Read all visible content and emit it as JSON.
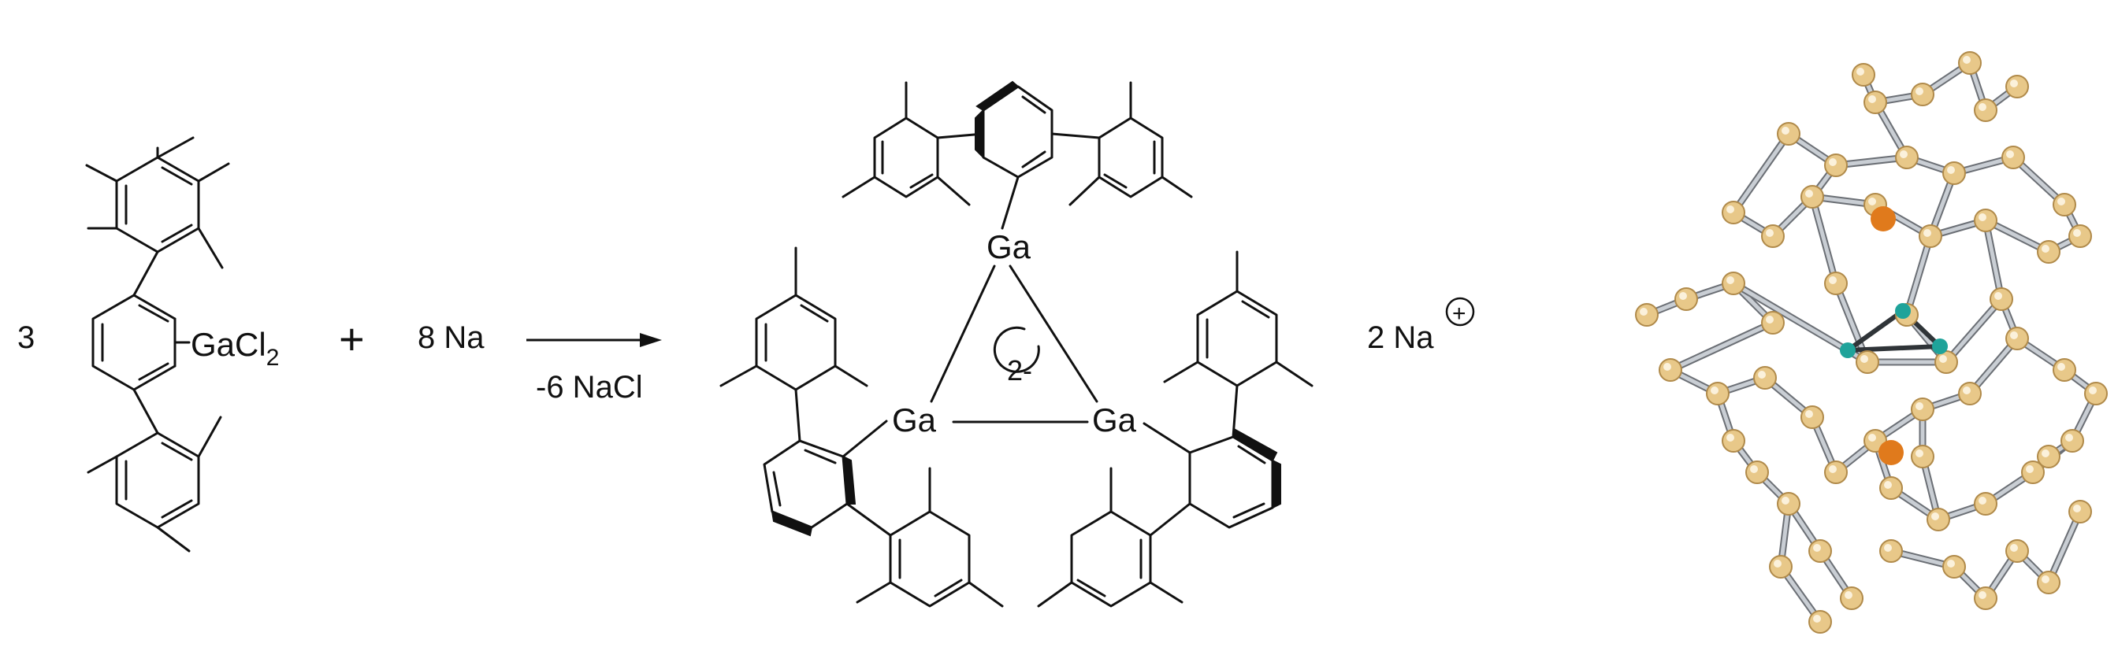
{
  "reaction": {
    "coefficient_1": "3",
    "reagent_group_prefix": "GaCl",
    "reagent_group_subscript": "2",
    "plus_sign": "+",
    "reagent_2": "8 Na",
    "arrow_condition": "-6 NaCl",
    "product_atom_label": "Ga",
    "ring_charge": "2-",
    "counterion": "2 Na",
    "counterion_charge": "+"
  },
  "colors": {
    "ink": "#111111",
    "carbon_atom": "#e8c889",
    "carbon_atom_edge": "#b08a4a",
    "bond_stick": "#c9ced4",
    "bond_stick_dark": "#6b6f75",
    "gallium_atom": "#1fa39a",
    "sodium_atom": "#e07a1c"
  },
  "icons": {
    "reaction_arrow": "arrow-right-icon",
    "crystal_structure": "molecular-structure-icon"
  }
}
